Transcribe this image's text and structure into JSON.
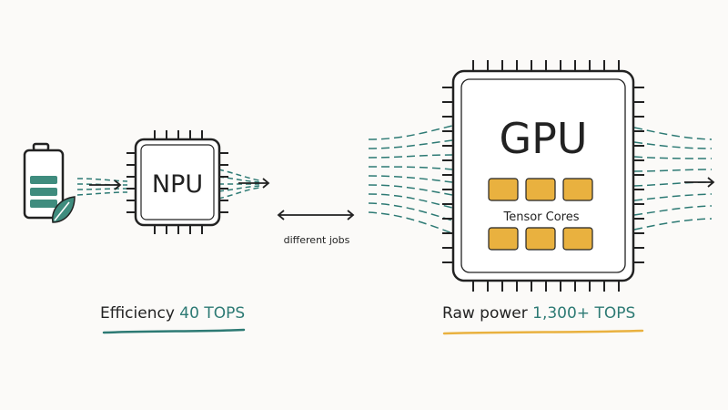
{
  "npu": {
    "chip_label": "NPU",
    "caption_prefix": "Efficiency",
    "caption_value": "40 TOPS"
  },
  "gpu": {
    "chip_label": "GPU",
    "core_label": "Tensor Cores",
    "caption_prefix": "Raw power",
    "caption_value": "1,300+ TOPS"
  },
  "middle": {
    "label": "different jobs"
  },
  "colors": {
    "teal": "#2d7a74",
    "amber": "#e9b13f",
    "battery_green": "#3f8c7e",
    "ink": "#222222"
  },
  "icons": {
    "battery": "battery-leaf-icon",
    "compare": "double-arrow-icon"
  }
}
